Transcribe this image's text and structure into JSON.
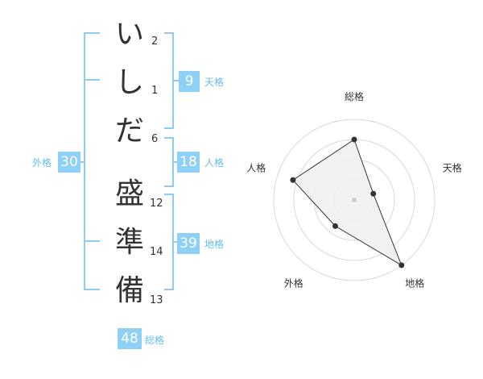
{
  "name_chars": [
    {
      "char": "い",
      "strokes": "2"
    },
    {
      "char": "し",
      "strokes": "1"
    },
    {
      "char": "だ",
      "strokes": "6"
    },
    {
      "char": "盛",
      "strokes": "12"
    },
    {
      "char": "準",
      "strokes": "14"
    },
    {
      "char": "備",
      "strokes": "13"
    }
  ],
  "kaku": {
    "tenkaku": {
      "value": "9",
      "label": "天格"
    },
    "jinkaku": {
      "value": "18",
      "label": "人格"
    },
    "chikaku": {
      "value": "39",
      "label": "地格"
    },
    "gaikaku": {
      "value": "30",
      "label": "外格"
    },
    "soukaku": {
      "value": "48",
      "label": "総格"
    }
  },
  "colors": {
    "accent": "#8fd0f7",
    "bracket": "#8ecdf2",
    "label": "#67bde8"
  },
  "chart_data": {
    "type": "radar",
    "axes": [
      "総格",
      "天格",
      "地格",
      "外格",
      "人格"
    ],
    "values": [
      0.75,
      0.25,
      1.0,
      0.4,
      0.8
    ],
    "rings": 4,
    "fill": "#f0f0f0"
  }
}
